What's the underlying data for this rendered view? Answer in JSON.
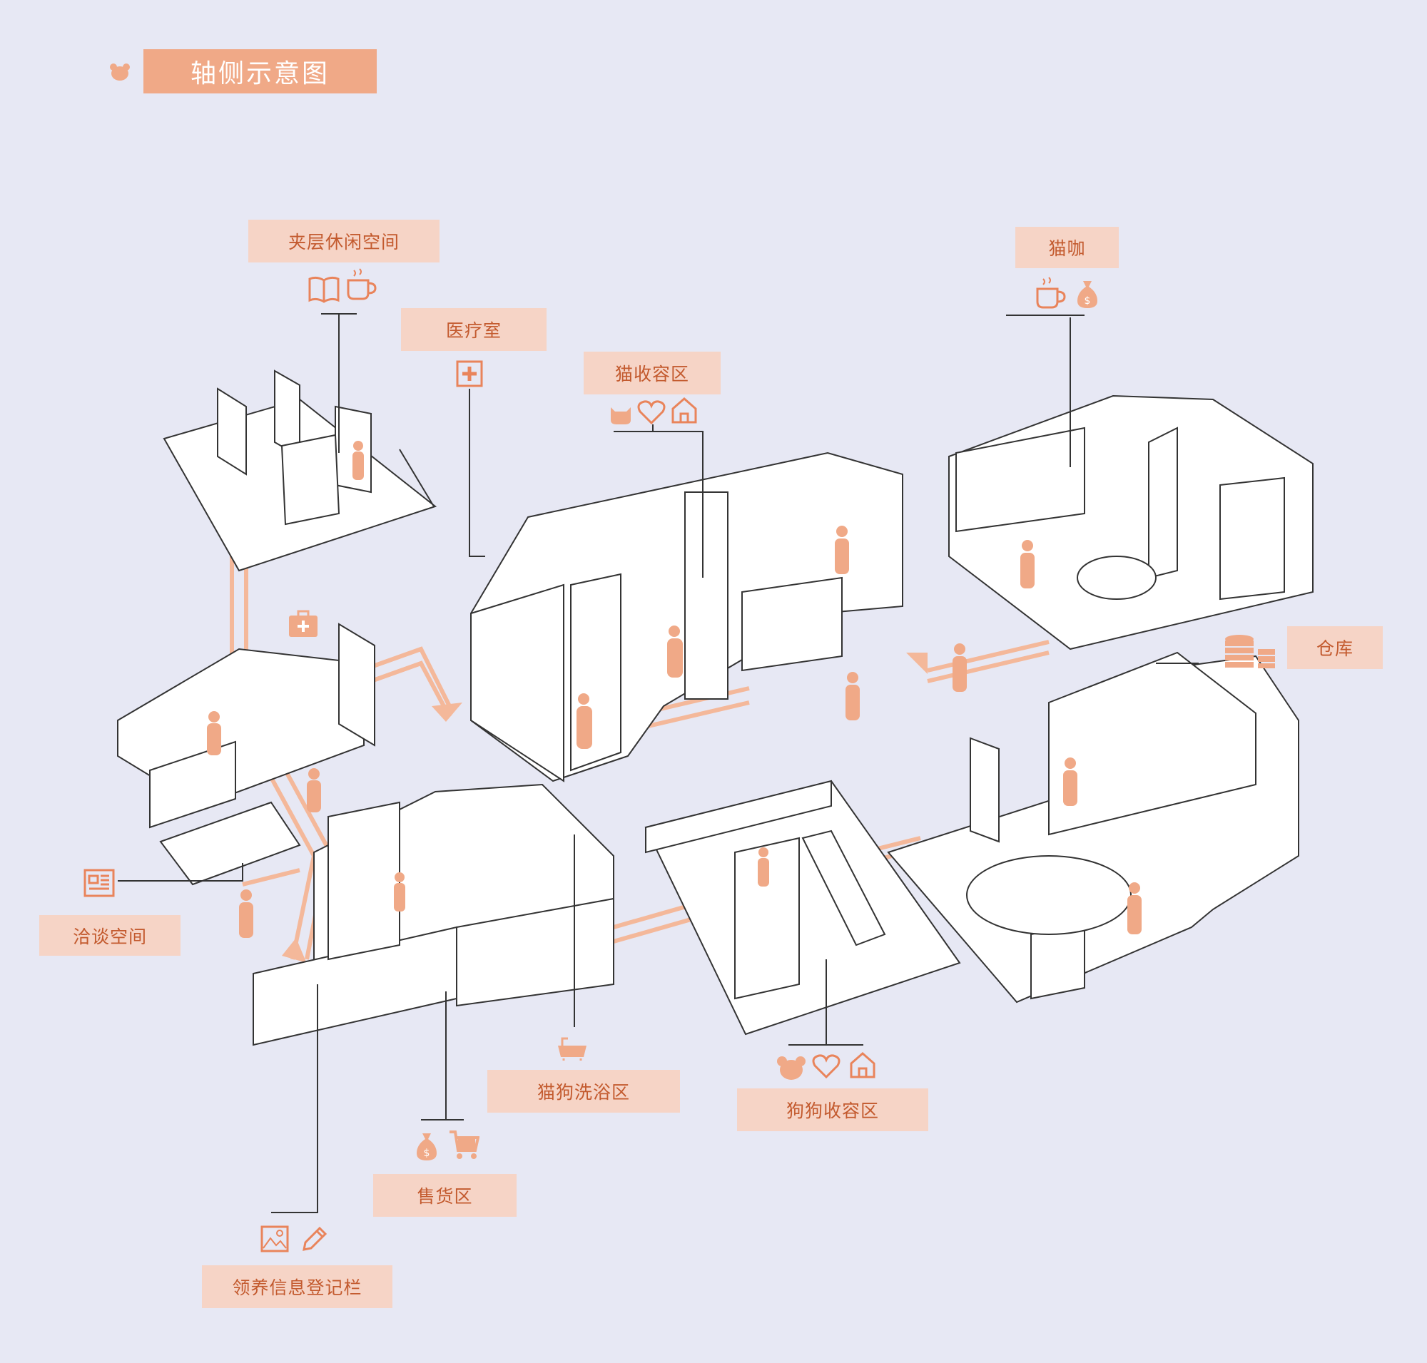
{
  "title": "轴侧示意图",
  "colors": {
    "background": "#e7e8f4",
    "accent": "#f0a987",
    "label_bg": "#f6d4c6",
    "label_text": "#c35a2e",
    "line": "#333333"
  },
  "zones": [
    {
      "id": "mezzanine",
      "label": "夹层休闲空间",
      "icons": [
        "book-icon",
        "coffee-cup-icon"
      ]
    },
    {
      "id": "medical",
      "label": "医疗室",
      "icons": [
        "medical-cross-icon"
      ]
    },
    {
      "id": "cat-shelter",
      "label": "猫收容区",
      "icons": [
        "cat-icon",
        "heart-icon",
        "house-icon"
      ]
    },
    {
      "id": "cat-cafe",
      "label": "猫咖",
      "icons": [
        "coffee-cup-icon",
        "money-bag-icon"
      ]
    },
    {
      "id": "warehouse",
      "label": "仓库",
      "icons": [
        "coin-stack-icon"
      ]
    },
    {
      "id": "meeting",
      "label": "洽谈空间",
      "icons": [
        "document-icon"
      ]
    },
    {
      "id": "bath",
      "label": "猫狗洗浴区",
      "icons": [
        "bath-tub-icon"
      ]
    },
    {
      "id": "dog-shelter",
      "label": "狗狗收容区",
      "icons": [
        "dog-icon",
        "heart-icon",
        "house-icon"
      ]
    },
    {
      "id": "sales",
      "label": "售货区",
      "icons": [
        "money-bag-icon",
        "shopping-cart-icon"
      ]
    },
    {
      "id": "adoption",
      "label": "领养信息登记栏",
      "icons": [
        "picture-icon",
        "pencil-icon"
      ]
    }
  ]
}
